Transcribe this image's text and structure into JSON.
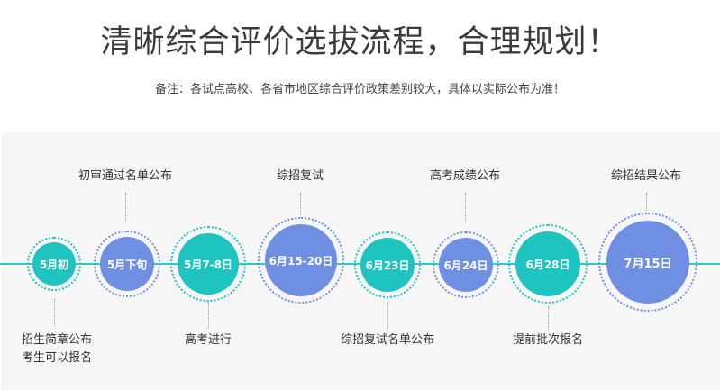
{
  "header": {
    "title": "清晰综合评价选拔流程，合理规划！",
    "note": "备注：各试点高校、各省市地区综合评价政策差别较大，具体以实际公布为准！"
  },
  "timeline": {
    "nodes": [
      {
        "date": "5月初",
        "color": "#1fc4c0"
      },
      {
        "date": "5月下旬",
        "color": "#6f8fe3"
      },
      {
        "date": "5月7-8日",
        "color": "#1fc4c0"
      },
      {
        "date": "6月15-20日",
        "color": "#6f8fe3"
      },
      {
        "date": "6月23日",
        "color": "#1fc4c0"
      },
      {
        "date": "6月24日",
        "color": "#6f8fe3"
      },
      {
        "date": "6月28日",
        "color": "#1fc4c0"
      },
      {
        "date": "7月15日",
        "color": "#6f8fe3"
      }
    ],
    "top_labels": [
      "初审通过名单公布",
      "综招复试",
      "高考成绩公布",
      "综招结果公布"
    ],
    "bottom_labels": {
      "node1_line1": "招生简章公布",
      "node1_line2": "考生可以报名",
      "node3": "高考进行",
      "node5": "综招复试名单公布",
      "node7": "提前批次报名"
    }
  }
}
